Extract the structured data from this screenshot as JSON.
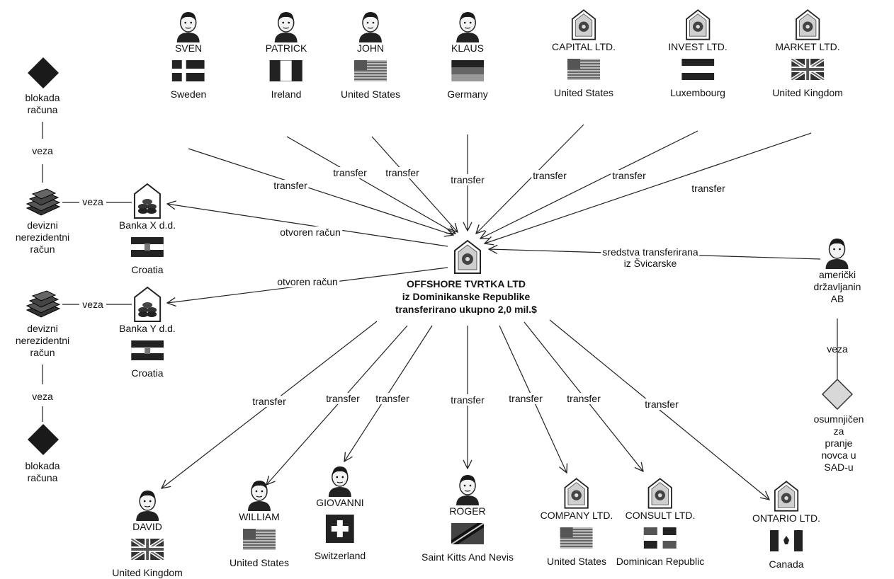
{
  "center": {
    "line1": "OFFSHORE TVRTKA LTD",
    "line2": "iz Dominikanske Republike",
    "line3": "transferirano ukupno 2,0 mil.$"
  },
  "top_nodes": [
    {
      "name": "SVEN",
      "country": "Sweden",
      "type": "person",
      "flag": "sweden"
    },
    {
      "name": "PATRICK",
      "country": "Ireland",
      "type": "person",
      "flag": "ireland"
    },
    {
      "name": "JOHN",
      "country": "United States",
      "type": "person",
      "flag": "usa"
    },
    {
      "name": "KLAUS",
      "country": "Germany",
      "type": "person",
      "flag": "germany"
    },
    {
      "name": "CAPITAL LTD.",
      "country": "United States",
      "type": "company",
      "flag": "usa"
    },
    {
      "name": "INVEST LTD.",
      "country": "Luxembourg",
      "type": "company",
      "flag": "luxembourg"
    },
    {
      "name": "MARKET LTD.",
      "country": "United Kingdom",
      "type": "company",
      "flag": "uk"
    }
  ],
  "bottom_nodes": [
    {
      "name": "DAVID",
      "country": "United Kingdom",
      "type": "person",
      "flag": "uk"
    },
    {
      "name": "WILLIAM",
      "country": "United States",
      "type": "person",
      "flag": "usa"
    },
    {
      "name": "GIOVANNI",
      "country": "Switzerland",
      "type": "person",
      "flag": "switzerland"
    },
    {
      "name": "ROGER",
      "country": "Saint Kitts And Nevis",
      "type": "person",
      "flag": "stkitts"
    },
    {
      "name": "COMPANY LTD.",
      "country": "United States",
      "type": "company",
      "flag": "usa"
    },
    {
      "name": "CONSULT LTD.",
      "country": "Dominican Republic",
      "type": "company",
      "flag": "dominican"
    },
    {
      "name": "ONTARIO LTD.",
      "country": "Canada",
      "type": "company",
      "flag": "canada"
    }
  ],
  "banks": [
    {
      "name": "Banka X d.d.",
      "country": "Croatia"
    },
    {
      "name": "Banka Y d.d.",
      "country": "Croatia"
    }
  ],
  "left_column": {
    "blokada_top": "blokada\nračuna",
    "veza": "veza",
    "devizni": "devizni\nnerezidentni\nračun",
    "blokada_bottom": "blokada\nračuna"
  },
  "american": {
    "name": "američki\ndržavljanin\nAB",
    "suspect": "osumnjičen za\npranje novca u SAD-u",
    "edge_label": "sredstva transferirana\niz Švicarske"
  },
  "edge_labels": {
    "transfer": "transfer",
    "otvoren": "otvoren račun",
    "veza": "veza"
  },
  "colors": {
    "line": "#222222",
    "diamond_dark": "#1a1a1a",
    "diamond_light": "#d8d8d8"
  }
}
